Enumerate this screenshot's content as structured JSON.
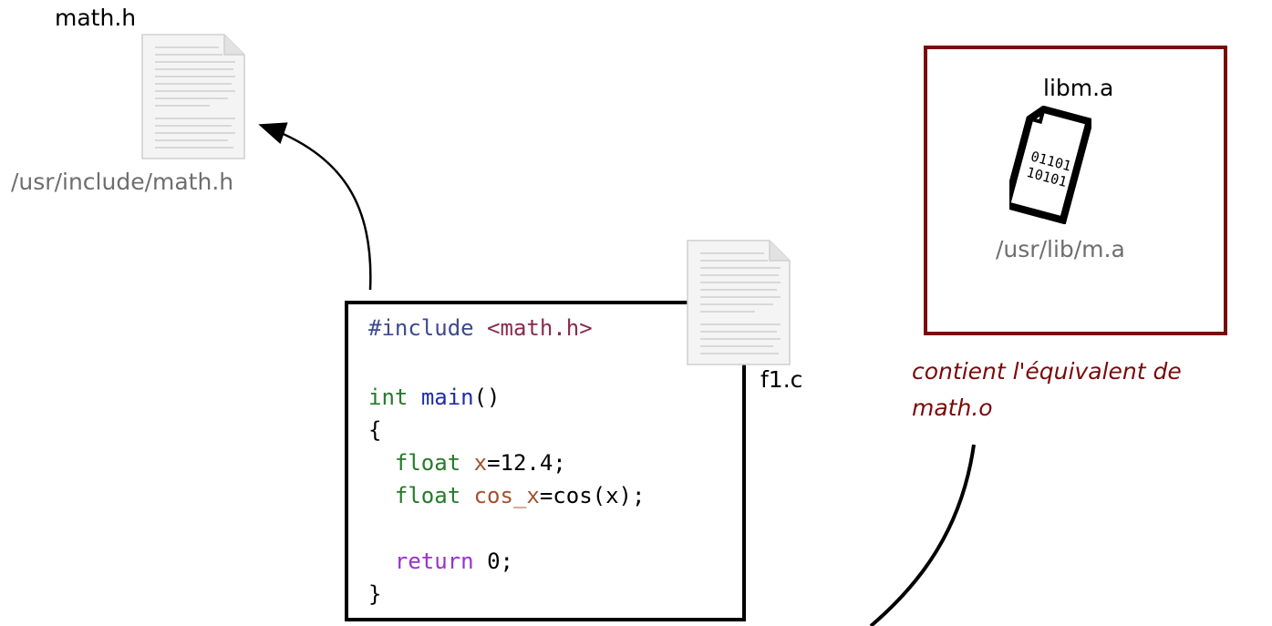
{
  "header_file": {
    "name": "math.h",
    "path": "/usr/include/math.h"
  },
  "source_file": {
    "name": "f1.c",
    "code": {
      "include_directive": "#include",
      "include_target": "<math.h>",
      "main_type": "int",
      "main_name": "main",
      "main_parens": "()",
      "open_brace": "{",
      "line1_type": "float",
      "line1_var": "x",
      "line1_rest": "=12.4;",
      "line2_type": "float",
      "line2_var": "cos_x",
      "line2_rest": "=cos(x);",
      "return_kw": "return",
      "return_rest": "0;",
      "close_brace": "}"
    }
  },
  "library": {
    "name": "libm.a",
    "path": "/usr/lib/m.a",
    "binary_line1": "01101",
    "binary_line2": "10101",
    "note": "contient l'équivalent de math.o"
  },
  "colors": {
    "library_accent": "#7a0a0a",
    "path_gray": "#6e6e6e"
  }
}
